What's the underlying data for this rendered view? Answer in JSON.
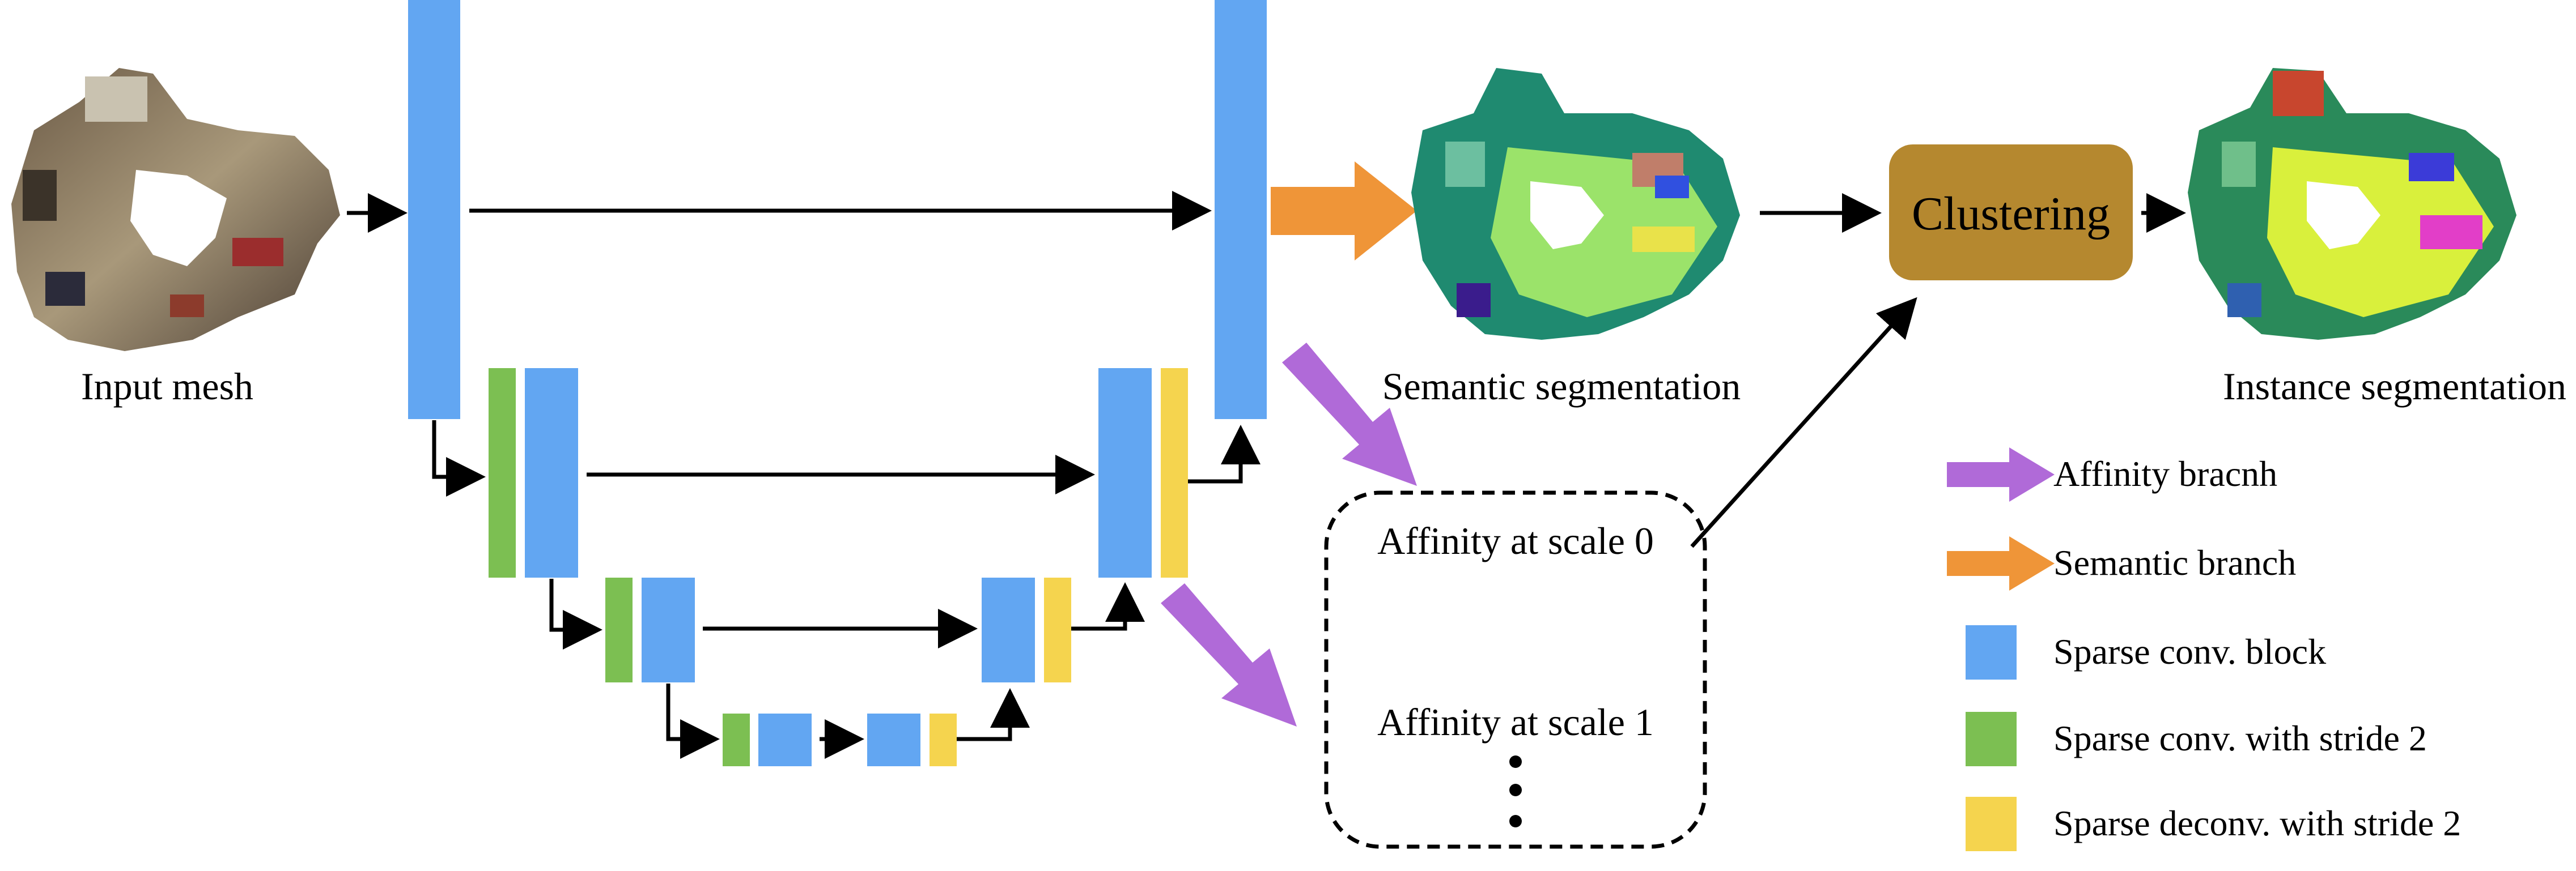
{
  "labels": {
    "input_mesh": "Input mesh",
    "semantic_segmentation": "Semantic segmentation",
    "instance_segmentation": "Instance segmentation",
    "clustering": "Clustering",
    "affinity_scale0": "Affinity at scale 0",
    "affinity_scale1": "Affinity at scale 1"
  },
  "legend": [
    {
      "kind": "arrow",
      "color": "#b06ad8",
      "label": "Affinity bracnh"
    },
    {
      "kind": "arrow",
      "color": "#ef9538",
      "label": "Semantic branch"
    },
    {
      "kind": "box",
      "color": "#62a6f2",
      "label": "Sparse conv. block"
    },
    {
      "kind": "box",
      "color": "#7cbf52",
      "label": "Sparse conv. with stride 2"
    },
    {
      "kind": "box",
      "color": "#f5d44e",
      "label": "Sparse deconv. with stride 2"
    }
  ],
  "colors": {
    "conv_block": "#62a6f2",
    "stride_conv": "#7cbf52",
    "deconv": "#f5d44e",
    "affinity_arrow": "#b06ad8",
    "semantic_arrow": "#ef9538",
    "clustering_box": "#b5882f"
  }
}
